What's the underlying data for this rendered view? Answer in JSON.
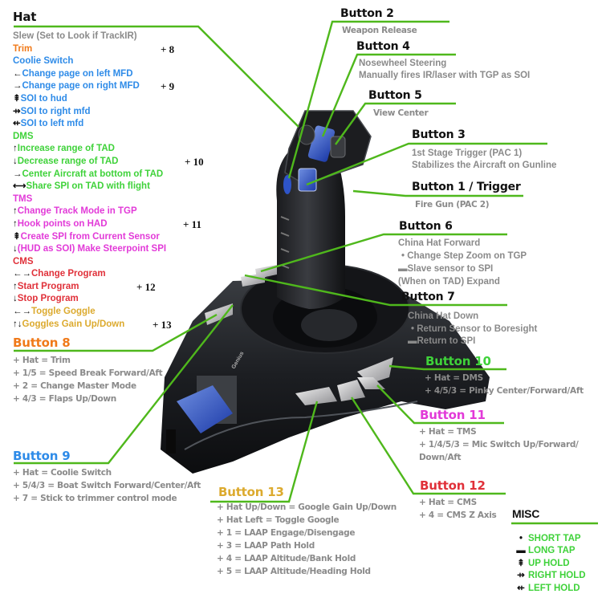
{
  "colors": {
    "leader": "#4fb81c",
    "gray": "#8a8a8a",
    "orange": "#f07a1a",
    "blue": "#2e8be8",
    "green": "#3fd23a",
    "magenta": "#e23ad8",
    "red": "#e0313a",
    "gold": "#dcaa2e"
  },
  "hat": {
    "title": "Hat",
    "lines": [
      {
        "arrow": "",
        "text": "Slew (Set to Look if TrackIR)",
        "color": "gray",
        "plus": ""
      },
      {
        "arrow": "",
        "text": "Trim",
        "color": "orange",
        "plus": "+ 8"
      },
      {
        "arrow": "",
        "text": "Coolie Switch",
        "color": "blue",
        "plus": ""
      },
      {
        "arrow": "←",
        "text": "Change page on left MFD",
        "color": "blue",
        "plus": ""
      },
      {
        "arrow": "→",
        "text": "Change page on right MFD",
        "color": "blue",
        "plus": "+ 9"
      },
      {
        "arrow": "⇞",
        "text": "SOI to hud",
        "color": "blue",
        "plus": ""
      },
      {
        "arrow": "⇸",
        "text": "SOI to right mfd",
        "color": "blue",
        "plus": ""
      },
      {
        "arrow": "⇷",
        "text": "SOI to left mfd",
        "color": "blue",
        "plus": ""
      },
      {
        "arrow": "",
        "text": "DMS",
        "color": "green",
        "plus": ""
      },
      {
        "arrow": "↑",
        "text": "Increase range of TAD",
        "color": "green",
        "plus": ""
      },
      {
        "arrow": "↓",
        "text": "Decrease range of TAD",
        "color": "green",
        "plus": "+ 10"
      },
      {
        "arrow": "→",
        "text": "Center Aircraft at bottom of TAD",
        "color": "green",
        "plus": ""
      },
      {
        "arrow": "⟷",
        "text": "Share SPI on TAD with flight",
        "color": "green",
        "plus": ""
      },
      {
        "arrow": "",
        "text": "TMS",
        "color": "magenta",
        "plus": ""
      },
      {
        "arrow": "↑",
        "text": "Change Track Mode in TGP",
        "color": "magenta",
        "plus": ""
      },
      {
        "arrow": "↑",
        "text": "Hook points on HAD",
        "color": "magenta",
        "plus": "+ 11"
      },
      {
        "arrow": "⇞",
        "text": "Create SPI from Current Sensor",
        "color": "magenta",
        "plus": ""
      },
      {
        "arrow": "↓",
        "text": "(HUD as SOI) Make Steerpoint SPI",
        "color": "magenta",
        "plus": ""
      },
      {
        "arrow": "",
        "text": "CMS",
        "color": "red",
        "plus": ""
      },
      {
        "arrow": "←→",
        "text": "Change Program",
        "color": "red",
        "plus": ""
      },
      {
        "arrow": "↑",
        "text": "Start Program",
        "color": "red",
        "plus": "+ 12"
      },
      {
        "arrow": "↓",
        "text": "Stop Program",
        "color": "red",
        "plus": ""
      },
      {
        "arrow": "←→",
        "text": "Toggle Goggle",
        "color": "gold",
        "plus": ""
      },
      {
        "arrow": "↑↓",
        "text": "Goggles Gain Up/Down",
        "color": "gold",
        "plus": "+ 13"
      }
    ]
  },
  "buttons": {
    "b2": {
      "title": "Button 2",
      "lines": [
        "Weapon Release"
      ]
    },
    "b4": {
      "title": "Button 4",
      "lines": [
        "Nosewheel Steering",
        "Manually fires IR/laser with TGP as SOI"
      ]
    },
    "b5": {
      "title": "Button 5",
      "lines": [
        "View Center"
      ]
    },
    "b3": {
      "title": "Button 3",
      "lines": [
        "1st Stage Trigger (PAC 1)",
        "Stabilizes the Aircraft on Gunline"
      ]
    },
    "b1": {
      "title": "Button 1 / Trigger",
      "lines": [
        "Fire Gun (PAC 2)"
      ]
    },
    "b6": {
      "title": "Button 6",
      "lines": [
        "China Hat Forward",
        "• Change Step Zoom on TGP",
        "▬Slave sensor to SPI",
        "(When on TAD) Expand"
      ]
    },
    "b7": {
      "title": "Button 7",
      "lines": [
        "China Hat Down",
        "• Return Sensor to Boresight",
        "▬Return to SPI"
      ]
    },
    "b8": {
      "title": "Button 8",
      "title_color": "orange",
      "lines": [
        "+ Hat = Trim",
        "+ 1/5 = Speed Break Forward/Aft",
        "+ 2 = Change Master Mode",
        "+ 4/3 = Flaps Up/Down"
      ]
    },
    "b9": {
      "title": "Button 9",
      "title_color": "blue",
      "lines": [
        "+ Hat = Coolie Switch",
        "+ 5/4/3 = Boat Switch Forward/Center/Aft",
        "+ 7 = Stick to trimmer control mode"
      ]
    },
    "b10": {
      "title": "Button 10",
      "title_color": "green",
      "lines": [
        "+ Hat = DMS",
        "+ 4/5/3 = Pinky Center/Forward/Aft"
      ]
    },
    "b11": {
      "title": "Button 11",
      "title_color": "magenta",
      "lines": [
        "+ Hat = TMS",
        "+ 1/4/5/3 = Mic Switch Up/Forward/",
        "Down/Aft"
      ]
    },
    "b12": {
      "title": "Button 12",
      "title_color": "red",
      "lines": [
        "+ Hat = CMS",
        "+ 4 = CMS Z Axis"
      ]
    },
    "b13": {
      "title": "Button 13",
      "title_color": "gold",
      "lines": [
        "+ Hat Up/Down = Google Gain Up/Down",
        "+ Hat Left = Toggle Google",
        "+ 1 = LAAP Engage/Disengage",
        "+ 3 = LAAP Path Hold",
        "+ 4 = LAAP Altitude/Bank Hold",
        "+ 5 = LAAP Altitude/Heading Hold"
      ]
    }
  },
  "misc": {
    "title": "MISC",
    "items": [
      {
        "symbol": "•",
        "label": "SHORT TAP"
      },
      {
        "symbol": "▬",
        "label": "LONG TAP"
      },
      {
        "symbol": "⇞",
        "label": "UP HOLD"
      },
      {
        "symbol": "⇸",
        "label": "RIGHT HOLD"
      },
      {
        "symbol": "⇷",
        "label": "LEFT HOLD"
      }
    ]
  },
  "joystick": {
    "brand": "Genius"
  }
}
